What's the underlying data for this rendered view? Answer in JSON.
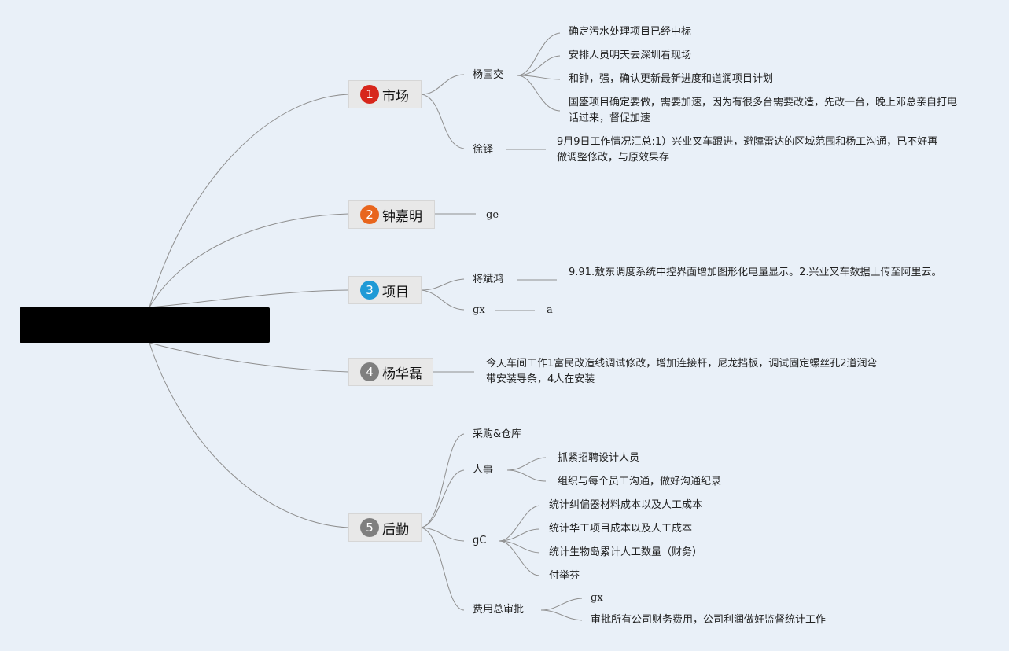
{
  "root": {
    "label": ""
  },
  "branches": [
    {
      "num": "1",
      "label": "市场",
      "color": "#d7261b",
      "children": [
        {
          "label": "杨国交",
          "items": [
            "确定污水处理项目已经中标",
            "安排人员明天去深圳看现场",
            "和钟，强，确认更新最新进度和道润项目计划",
            "国盛项目确定要做，需要加速，因为有很多台需要改造，先改一台，晚上邓总亲自打电话过来，督促加速"
          ]
        },
        {
          "label": "徐铎",
          "items": [
            "9月9日工作情况汇总:1）兴业叉车跟进，避障雷达的区域范围和杨工沟通，已不好再做调整修改，与原效果存"
          ]
        }
      ]
    },
    {
      "num": "2",
      "label": "钟嘉明",
      "color": "#e8651d",
      "children": [
        {
          "label": "ge",
          "items": []
        }
      ]
    },
    {
      "num": "3",
      "label": "项目",
      "color": "#1f9ad6",
      "children": [
        {
          "label": "将斌鸿",
          "items": [
            "9.91.敖东调度系统中控界面增加图形化电量显示。2.兴业叉车数据上传至阿里云。"
          ]
        },
        {
          "label": "gx",
          "items": [
            "a"
          ]
        }
      ]
    },
    {
      "num": "4",
      "label": "杨华磊",
      "color": "#7f7f7f",
      "children": [
        {
          "label": "今天车间工作1富民改造线调试修改，增加连接杆，尼龙挡板，调试固定螺丝孔2道润弯带安装导条，4人在安装",
          "items": []
        }
      ]
    },
    {
      "num": "5",
      "label": "后勤",
      "color": "#7f7f7f",
      "children": [
        {
          "label": "采购&仓库",
          "items": []
        },
        {
          "label": "人事",
          "items": [
            "抓紧招聘设计人员",
            "组织与每个员工沟通，做好沟通纪录"
          ]
        },
        {
          "label": "gC",
          "items": [
            "统计纠偏器材料成本以及人工成本",
            "统计华工项目成本以及人工成本",
            "统计生物岛累计人工数量（财务）",
            "付举芬"
          ]
        },
        {
          "label": "费用总审批",
          "items": [
            "gx",
            "审批所有公司财务费用，公司利润做好监督统计工作"
          ]
        }
      ]
    }
  ]
}
